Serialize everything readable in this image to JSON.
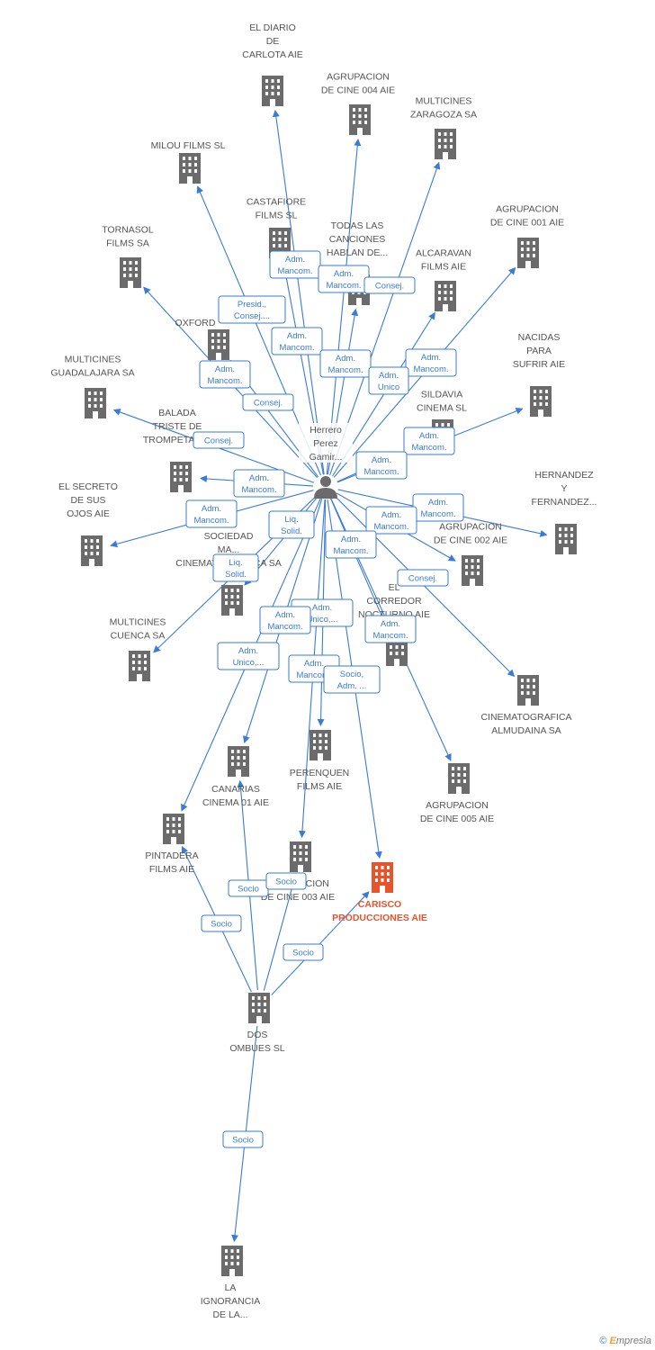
{
  "colors": {
    "node": "#6b6b6b",
    "focus": "#e8532b",
    "edge": "#3a7bd5",
    "label": "#555555"
  },
  "person": {
    "lines": [
      "Herrero",
      "Perez",
      "Gamir..."
    ],
    "icon": "person-icon"
  },
  "companies": [
    {
      "id": "el-diario-de-carlota",
      "lines": [
        "EL DIARIO",
        "DE",
        "CARLOTA AIE"
      ]
    },
    {
      "id": "agrupacion-cine-004",
      "lines": [
        "AGRUPACION",
        "DE CINE 004 AIE"
      ]
    },
    {
      "id": "multicines-zaragoza",
      "lines": [
        "MULTICINES",
        "ZARAGOZA SA"
      ]
    },
    {
      "id": "milou-films",
      "lines": [
        "MILOU FILMS SL"
      ]
    },
    {
      "id": "castafiore-films",
      "lines": [
        "CASTAFIORE",
        "FILMS SL"
      ]
    },
    {
      "id": "todas-las-canciones",
      "lines": [
        "TODAS LAS",
        "CANCIONES",
        "HABLAN DE..."
      ]
    },
    {
      "id": "alcaravan-films",
      "lines": [
        "ALCARAVAN",
        "FILMS AIE"
      ]
    },
    {
      "id": "agrupacion-cine-001",
      "lines": [
        "AGRUPACION",
        "DE CINE 001 AIE"
      ]
    },
    {
      "id": "tornasol-films",
      "lines": [
        "TORNASOL",
        "FILMS SA"
      ]
    },
    {
      "id": "oxford",
      "lines": [
        "OXFORD"
      ]
    },
    {
      "id": "nacidas-para-sufrir",
      "lines": [
        "NACIDAS",
        "PARA",
        "SUFRIR AIE"
      ]
    },
    {
      "id": "multicines-guadalajara",
      "lines": [
        "MULTICINES",
        "GUADALAJARA SA"
      ]
    },
    {
      "id": "sildavia-cinema",
      "lines": [
        "SILDAVIA",
        "CINEMA  SL"
      ]
    },
    {
      "id": "balada-triste",
      "lines": [
        "BALADA",
        "TRISTE DE",
        "TROMPETA AIE"
      ]
    },
    {
      "id": "hernandez-fernandez",
      "lines": [
        "HERNANDEZ",
        "Y",
        "FERNANDEZ..."
      ]
    },
    {
      "id": "el-secreto-de-sus-ojos",
      "lines": [
        "EL SECRETO",
        "DE SUS",
        "OJOS AIE"
      ]
    },
    {
      "id": "agrupacion-cine-002",
      "lines": [
        "AGRUPACION",
        "DE CINE 002 AIE"
      ]
    },
    {
      "id": "sociedad-cinematografica",
      "lines": [
        "SOCIEDAD",
        "MA...",
        "CINEMATOGRAFICA SA"
      ]
    },
    {
      "id": "el-corredor",
      "lines": [
        "EL",
        "CORREDOR",
        "NOCTURNO AIE"
      ]
    },
    {
      "id": "multicines-cuenca",
      "lines": [
        "MULTICINES",
        "CUENCA SA"
      ]
    },
    {
      "id": "cinematografica-almudaina",
      "lines": [
        "CINEMATOGRAFICA",
        "ALMUDAINA SA"
      ]
    },
    {
      "id": "canarias-cinema-01",
      "lines": [
        "CANARIAS",
        "CINEMA 01  AIE"
      ]
    },
    {
      "id": "perenquen-films",
      "lines": [
        "PERENQUEN",
        "FILMS AIE"
      ]
    },
    {
      "id": "agrupacion-cine-005",
      "lines": [
        "AGRUPACION",
        "DE CINE 005 AIE"
      ]
    },
    {
      "id": "pintadera-films",
      "lines": [
        "PINTADERA",
        "FILMS AIE"
      ]
    },
    {
      "id": "agrupacion-cine-003",
      "lines": [
        "AGRUPACION",
        "DE CINE 003 AIE"
      ]
    },
    {
      "id": "carisco-producciones",
      "lines": [
        "CARISCO",
        "PRODUCCIONES AIE"
      ],
      "focus": true
    },
    {
      "id": "dos-ombues",
      "lines": [
        "DOS",
        "OMBUES  SL"
      ]
    },
    {
      "id": "la-ignorancia",
      "lines": [
        "LA",
        "IGNORANCIA",
        "DE LA..."
      ]
    }
  ],
  "roles": [
    {
      "lines": [
        "Adm.",
        "Mancom."
      ]
    },
    {
      "lines": [
        "Adm.",
        "Mancom."
      ]
    },
    {
      "lines": [
        "Consej."
      ]
    },
    {
      "lines": [
        "Presid.,",
        "Consej...."
      ]
    },
    {
      "lines": [
        "Adm.",
        "Mancom."
      ]
    },
    {
      "lines": [
        "Adm.",
        "Mancom."
      ]
    },
    {
      "lines": [
        "Adm.",
        "Mancom."
      ]
    },
    {
      "lines": [
        "Adm.",
        "Unico"
      ]
    },
    {
      "lines": [
        "Adm.",
        "Mancom."
      ]
    },
    {
      "lines": [
        "Consej."
      ]
    },
    {
      "lines": [
        "Consej."
      ]
    },
    {
      "lines": [
        "Adm.",
        "Mancom."
      ]
    },
    {
      "lines": [
        "Adm.",
        "Mancom."
      ]
    },
    {
      "lines": [
        "Adm.",
        "Mancom."
      ]
    },
    {
      "lines": [
        "Adm.",
        "Mancom."
      ]
    },
    {
      "lines": [
        "Adm.",
        "Mancom."
      ]
    },
    {
      "lines": [
        "Liq.",
        "Solid."
      ]
    },
    {
      "lines": [
        "Adm.",
        "Mancom."
      ]
    },
    {
      "lines": [
        "Adm.",
        "Mancom."
      ]
    },
    {
      "lines": [
        "Consej."
      ]
    },
    {
      "lines": [
        "Liq.",
        "Solid."
      ]
    },
    {
      "lines": [
        "Adm.",
        "Unico,..."
      ]
    },
    {
      "lines": [
        "Adm.",
        "Mancom."
      ]
    },
    {
      "lines": [
        "Adm.",
        "Mancom."
      ]
    },
    {
      "lines": [
        "Adm.",
        "Unico,..."
      ]
    },
    {
      "lines": [
        "Adm.",
        "Mancom."
      ]
    },
    {
      "lines": [
        "Socio,",
        "Adm. ..."
      ]
    },
    {
      "lines": [
        "Socio"
      ]
    },
    {
      "lines": [
        "Socio"
      ]
    },
    {
      "lines": [
        "Socio"
      ]
    },
    {
      "lines": [
        "Socio"
      ]
    },
    {
      "lines": [
        "Socio"
      ]
    }
  ],
  "footer": {
    "symbol": "©",
    "brand_e": "E",
    "brand_rest": "mpresia"
  }
}
